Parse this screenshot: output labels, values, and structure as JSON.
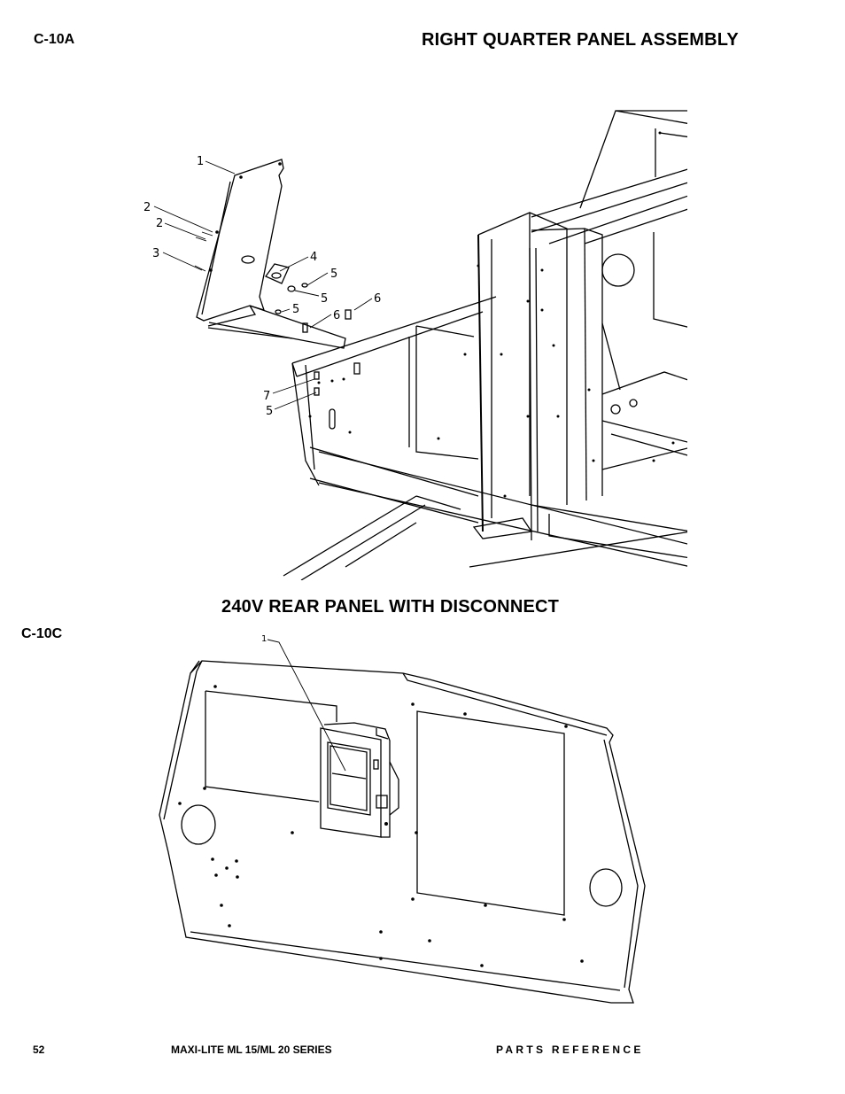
{
  "header": {
    "section_top_code": "C-10A",
    "section_top_title": "RIGHT QUARTER PANEL ASSEMBLY",
    "section_bottom_title": "240V REAR PANEL WITH DISCONNECT",
    "section_bottom_code": "C-10C"
  },
  "diagram_top": {
    "callouts": [
      "1",
      "2",
      "2",
      "3",
      "4",
      "5",
      "5",
      "5",
      "6",
      "6",
      "7",
      "5"
    ]
  },
  "diagram_bottom": {
    "callouts": [
      "1"
    ]
  },
  "footer": {
    "page_number": "52",
    "series": "MAXI-LITE ML 15/ML 20 SERIES",
    "section": "PARTS REFERENCE"
  }
}
